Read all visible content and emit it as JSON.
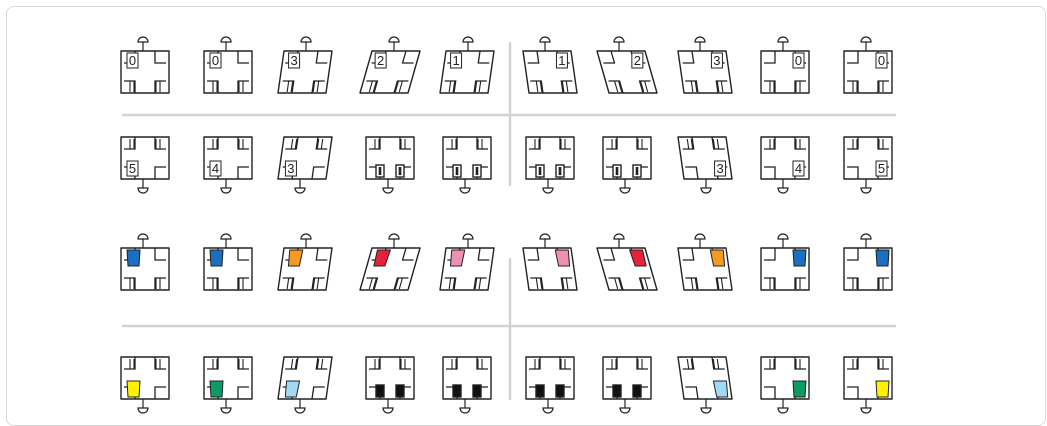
{
  "colors": {
    "frame_border": "#d9d9d9",
    "outline": "#222222",
    "divider": "#d3d3d3"
  },
  "rows": [
    {
      "id": "upper-numbered",
      "hook": "top",
      "mark": "number",
      "brackets": [
        {
          "label": "0",
          "slant": 0
        },
        {
          "label": "0",
          "slant": 0
        },
        {
          "label": "3",
          "slant": 1
        },
        {
          "label": "2",
          "slant": 2
        },
        {
          "label": "1",
          "slant": 1
        },
        {
          "label": "1",
          "slant": -1
        },
        {
          "label": "2",
          "slant": -2
        },
        {
          "label": "3",
          "slant": -1
        },
        {
          "label": "0",
          "slant": 0
        },
        {
          "label": "0",
          "slant": 0
        }
      ]
    },
    {
      "id": "lower-numbered",
      "hook": "bottom",
      "mark": "number",
      "brackets": [
        {
          "label": "5",
          "slant": 0
        },
        {
          "label": "4",
          "slant": 0
        },
        {
          "label": "3",
          "slant": 1
        },
        {
          "label": "",
          "tube": true,
          "slant": 0
        },
        {
          "label": "",
          "tube": true,
          "slant": 0
        },
        {
          "label": "",
          "tube": true,
          "slant": 0
        },
        {
          "label": "",
          "tube": true,
          "slant": 0
        },
        {
          "label": "3",
          "slant": -1
        },
        {
          "label": "4",
          "slant": 0
        },
        {
          "label": "5",
          "slant": 0
        }
      ]
    },
    {
      "id": "upper-colored",
      "hook": "top",
      "mark": "color",
      "brackets": [
        {
          "color": "#1a6fc0",
          "slant": 0
        },
        {
          "color": "#1a6fc0",
          "slant": 0
        },
        {
          "color": "#f59a23",
          "slant": 1
        },
        {
          "color": "#e5213b",
          "slant": 2
        },
        {
          "color": "#ef8fb3",
          "slant": 1
        },
        {
          "color": "#ef8fb3",
          "slant": -1
        },
        {
          "color": "#e5213b",
          "slant": -2
        },
        {
          "color": "#f59a23",
          "slant": -1
        },
        {
          "color": "#1a6fc0",
          "slant": 0
        },
        {
          "color": "#1a6fc0",
          "slant": 0
        }
      ]
    },
    {
      "id": "lower-colored",
      "hook": "bottom",
      "mark": "color",
      "brackets": [
        {
          "color": "#fff200",
          "slant": 0
        },
        {
          "color": "#0f9b64",
          "slant": 0
        },
        {
          "color": "#9fd9f3",
          "slant": 1
        },
        {
          "color": "#111111",
          "tube": true,
          "slant": 0
        },
        {
          "color": "#111111",
          "tube": true,
          "slant": 0
        },
        {
          "color": "#111111",
          "tube": true,
          "slant": 0
        },
        {
          "color": "#111111",
          "tube": true,
          "slant": 0
        },
        {
          "color": "#9fd9f3",
          "slant": -1
        },
        {
          "color": "#0f9b64",
          "slant": 0
        },
        {
          "color": "#fff200",
          "slant": 0
        }
      ]
    }
  ]
}
